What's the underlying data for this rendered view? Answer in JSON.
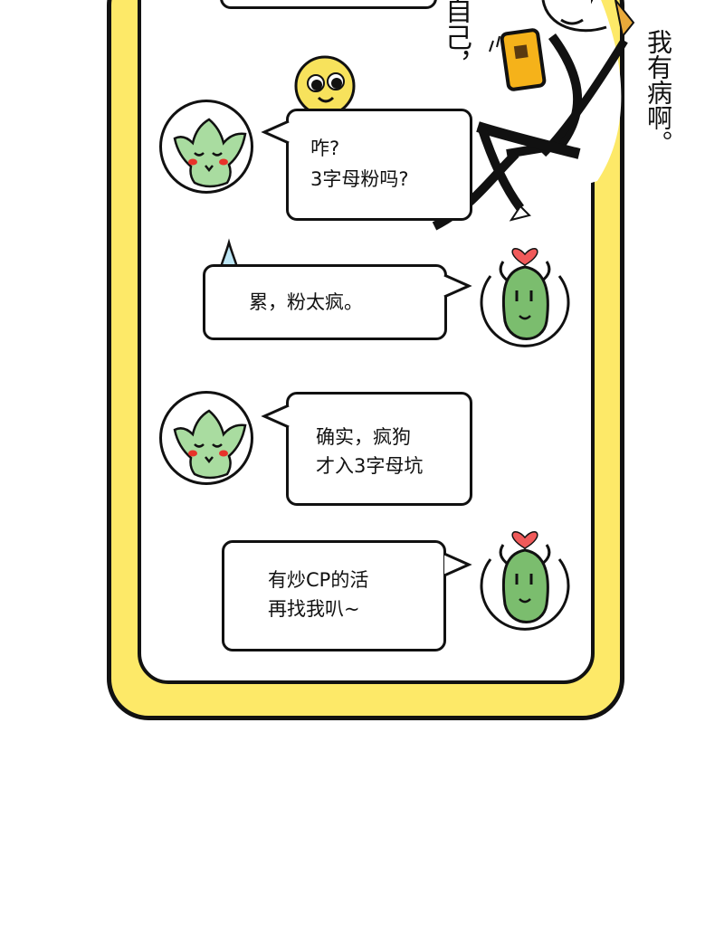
{
  "scene": {
    "frame_color": "#fde968",
    "outline_color": "#111111",
    "background": "#ffffff"
  },
  "caption_vertical_1": "自己，",
  "caption_vertical_2": "我有病啊。",
  "messages": [
    {
      "sender": "lettuce",
      "side": "left",
      "line1": "咋?",
      "line2": "3字母粉吗?"
    },
    {
      "sender": "bean",
      "side": "right",
      "line1": "累，粉太疯。",
      "line2": ""
    },
    {
      "sender": "lettuce",
      "side": "left",
      "line1": "确实，疯狗",
      "line2": "才入3字母坑"
    },
    {
      "sender": "bean",
      "side": "right",
      "line1": "有炒CP的活",
      "line2": "再找我叭~"
    }
  ],
  "avatars": {
    "lettuce": {
      "fill": "#a9dca0",
      "cheeks": "#e8322a"
    },
    "bean": {
      "fill": "#7bbd6e",
      "heart": "#f05a5a"
    }
  },
  "decorations": {
    "smiley_fill": "#f7e25c",
    "sweat_drop": "#bde6f5",
    "phone_prop": "#f5b21a",
    "hair": "#e9a93a"
  }
}
